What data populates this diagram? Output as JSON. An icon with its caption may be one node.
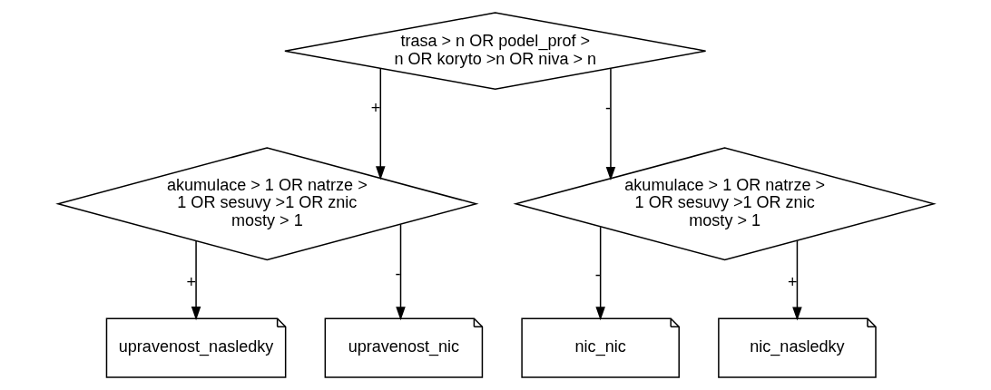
{
  "diagram": {
    "nodes": [
      {
        "text": [
          "trasa > n OR podel_prof > n OR koryto >n OR niva > n"
        ]
      },
      {
        "text": [
          "akumulace > 1 OR natrze > 1 OR sesuvy >1 OR znic mosty > 1"
        ]
      },
      {
        "text": [
          "akumulace > 1 OR natrze > 1 OR sesuvy >1 OR znic mosty > 1"
        ]
      },
      {
        "text": [
          "upravenost_nasledky"
        ]
      },
      {
        "text": [
          "upravenost_nic"
        ]
      },
      {
        "text": [
          "nic_nic"
        ]
      },
      {
        "text": [
          "nic_nasledky"
        ]
      }
    ],
    "edges": [
      {
        "from": 0,
        "to": 1,
        "arrow": "to",
        "label": "+"
      },
      {
        "from": 0,
        "to": 2,
        "arrow": "to",
        "label": "-"
      },
      {
        "from": 1,
        "to": 3,
        "arrow": "to",
        "label": "+"
      },
      {
        "from": 1,
        "to": 4,
        "arrow": "to",
        "label": "-"
      },
      {
        "from": 2,
        "to": 5,
        "arrow": "to",
        "label": "-"
      },
      {
        "from": 2,
        "to": 6,
        "arrow": "to",
        "label": "+"
      }
    ]
  }
}
